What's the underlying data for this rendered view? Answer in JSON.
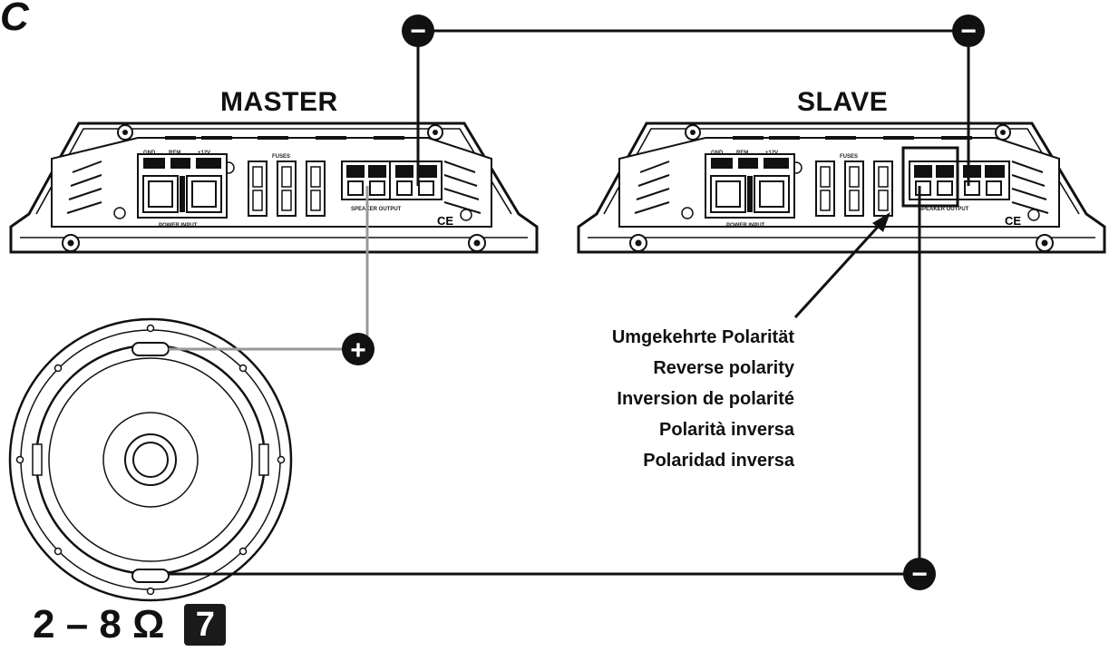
{
  "figure_label": "C",
  "amplifiers": {
    "master": {
      "title": "MASTER"
    },
    "slave": {
      "title": "SLAVE"
    }
  },
  "panel_labels": {
    "gnd": "GND",
    "rem": "REM",
    "v12": "+12V",
    "fuses": "FUSES",
    "power_input": "POWER INPUT",
    "speaker_output": "SPEAKER OUTPUT",
    "ce": "CE"
  },
  "polarity_symbols": {
    "minus": "−",
    "plus": "+"
  },
  "note_lines": [
    "Umgekehrte Polarität",
    "Reverse polarity",
    "Inversion de polarité",
    "Polarità inversa",
    "Polaridad inversa"
  ],
  "impedance": {
    "text": "2 – 8 Ω",
    "badge": "7"
  }
}
